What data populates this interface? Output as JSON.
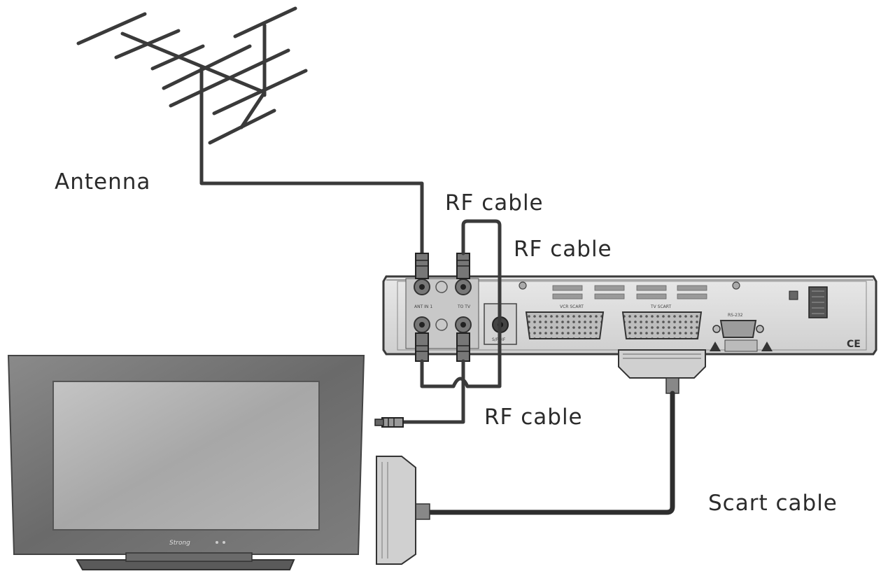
{
  "labels": {
    "antenna": "Antenna",
    "rf_cable_1": "RF cable",
    "rf_cable_2": "RF cable",
    "rf_cable_3": "RF cable",
    "scart_cable": "Scart cable"
  },
  "receiver": {
    "ant_in": "ANT IN 1",
    "rf_out": "TO TV",
    "vcr_scart": "VCR SCART",
    "tv_scart": "TV SCART",
    "rs232": "RS-232",
    "spdif": "S/PDIF"
  },
  "tv": {
    "brand": "Strong"
  },
  "colors": {
    "line": "#3a3a3a",
    "receiver_body": "#d9d9d9",
    "tv_frame": "#6e6e6e",
    "tv_screen": "#a9a9a9"
  }
}
